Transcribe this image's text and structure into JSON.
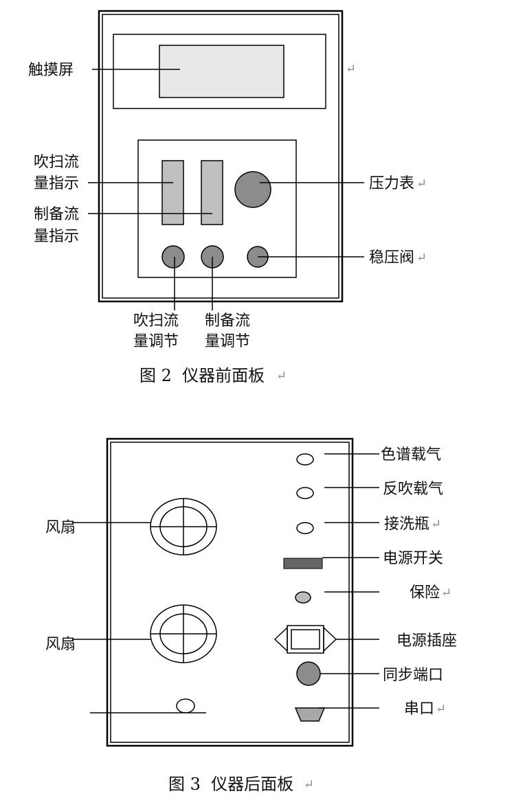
{
  "figure2": {
    "caption": "图 2  仪器前面板",
    "labels": {
      "touchscreen": "触摸屏",
      "purge_flow_indicator_1": "吹扫流",
      "purge_flow_indicator_2": "量指示",
      "prep_flow_indicator_1": "制备流",
      "prep_flow_indicator_2": "量指示",
      "pressure_gauge": "压力表",
      "pressure_regulator": "稳压阀",
      "purge_flow_adjust_1": "吹扫流",
      "purge_flow_adjust_2": "量调节",
      "prep_flow_adjust_1": "制备流",
      "prep_flow_adjust_2": "量调节"
    }
  },
  "figure3": {
    "caption": "图 3  仪器后面板",
    "labels": {
      "fan_1": "风扇",
      "fan_2": "风扇",
      "gc_carrier_gas": "色谱载气",
      "backflush_carrier_gas": "反吹载气",
      "wash_bottle": "接洗瓶",
      "power_switch": "电源开关",
      "fuse": "保险",
      "power_socket": "电源插座",
      "sync_port": "同步端口",
      "serial_port": "串口"
    }
  },
  "paragraph_mark": "↵",
  "colors": {
    "screen_fill": "#e8e8e8",
    "indicator_fill": "#c0c0c0",
    "knob_fill": "#8c8c8c",
    "switch_fill": "#666666",
    "fuse_fill": "#bdbdbd",
    "serial_fill": "#a8a8a8"
  }
}
